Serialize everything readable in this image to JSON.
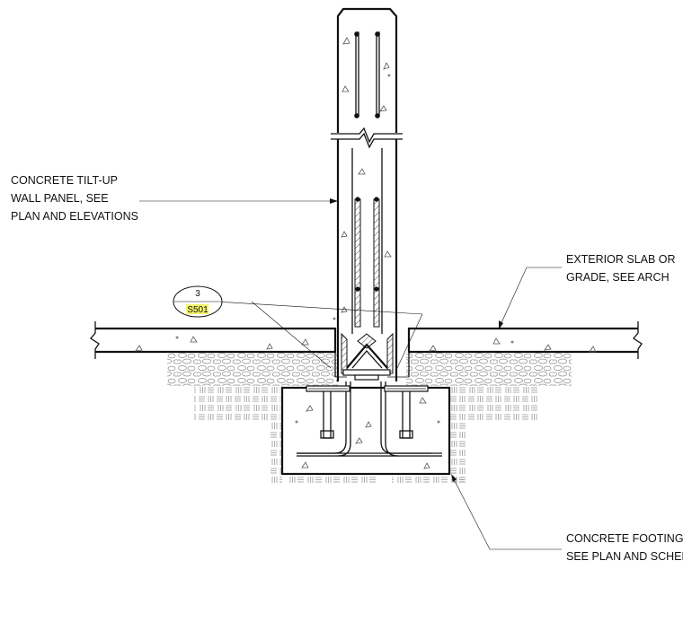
{
  "callouts": {
    "wall_panel": [
      "CONCRETE TILT-UP",
      "WALL PANEL, SEE",
      "PLAN AND ELEVATIONS"
    ],
    "exterior_slab": [
      "EXTERIOR SLAB OR",
      "GRADE, SEE ARCH"
    ],
    "footing": [
      "CONCRETE FOOTING,",
      "SEE PLAN AND SCHED"
    ]
  },
  "detail_tag": {
    "number": "3",
    "sheet": "S501",
    "highlight_color": "#f3f36a"
  },
  "colors": {
    "linework": "#111111",
    "soil_pattern": "#8a8a8a",
    "background": "#ffffff"
  }
}
